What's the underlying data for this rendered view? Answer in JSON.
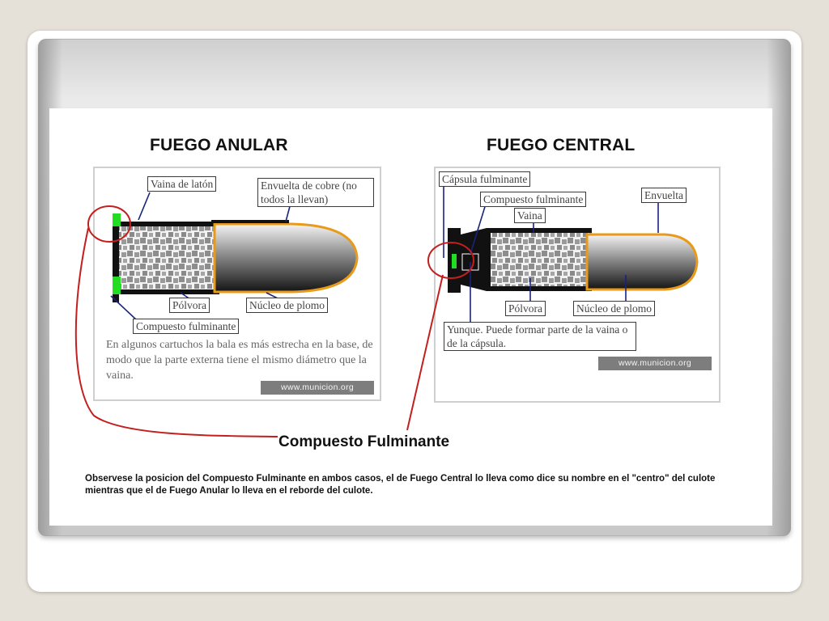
{
  "rimfire": {
    "title": "FUEGO ANULAR",
    "labels": {
      "case": "Vaina de latón",
      "jacket": "Envuelta de cobre (no todos la llevan)",
      "powder": "Pólvora",
      "core": "Núcleo de plomo",
      "primer": "Compuesto fulminante"
    },
    "note": "En algunos cartuchos la bala es más estrecha en la base, de modo que la parte externa tiene el mismo diámetro que la vaina.",
    "watermark": "www.municion.org"
  },
  "centerfire": {
    "title": "FUEGO CENTRAL",
    "labels": {
      "cap": "Cápsula fulminante",
      "primer": "Compuesto fulminante",
      "jacket": "Envuelta",
      "case": "Vaina",
      "powder": "Pólvora",
      "core": "Núcleo de plomo",
      "anvil": "Yunque. Puede formar parte de la vaina o de la cápsula."
    },
    "watermark": "www.municion.org"
  },
  "caption": "Compuesto Fulminante",
  "footer": "Observese la posicion del Compuesto Fulminante en ambos casos, el de Fuego Central lo lleva como dice su nombre en el \"centro\" del culote mientras que el de Fuego Anular lo lleva en el reborde del culote.",
  "colors": {
    "primer": "#22dd22",
    "jacket": "#e89a1a",
    "marker": "#c41e1e",
    "leader": "#1a237e"
  }
}
